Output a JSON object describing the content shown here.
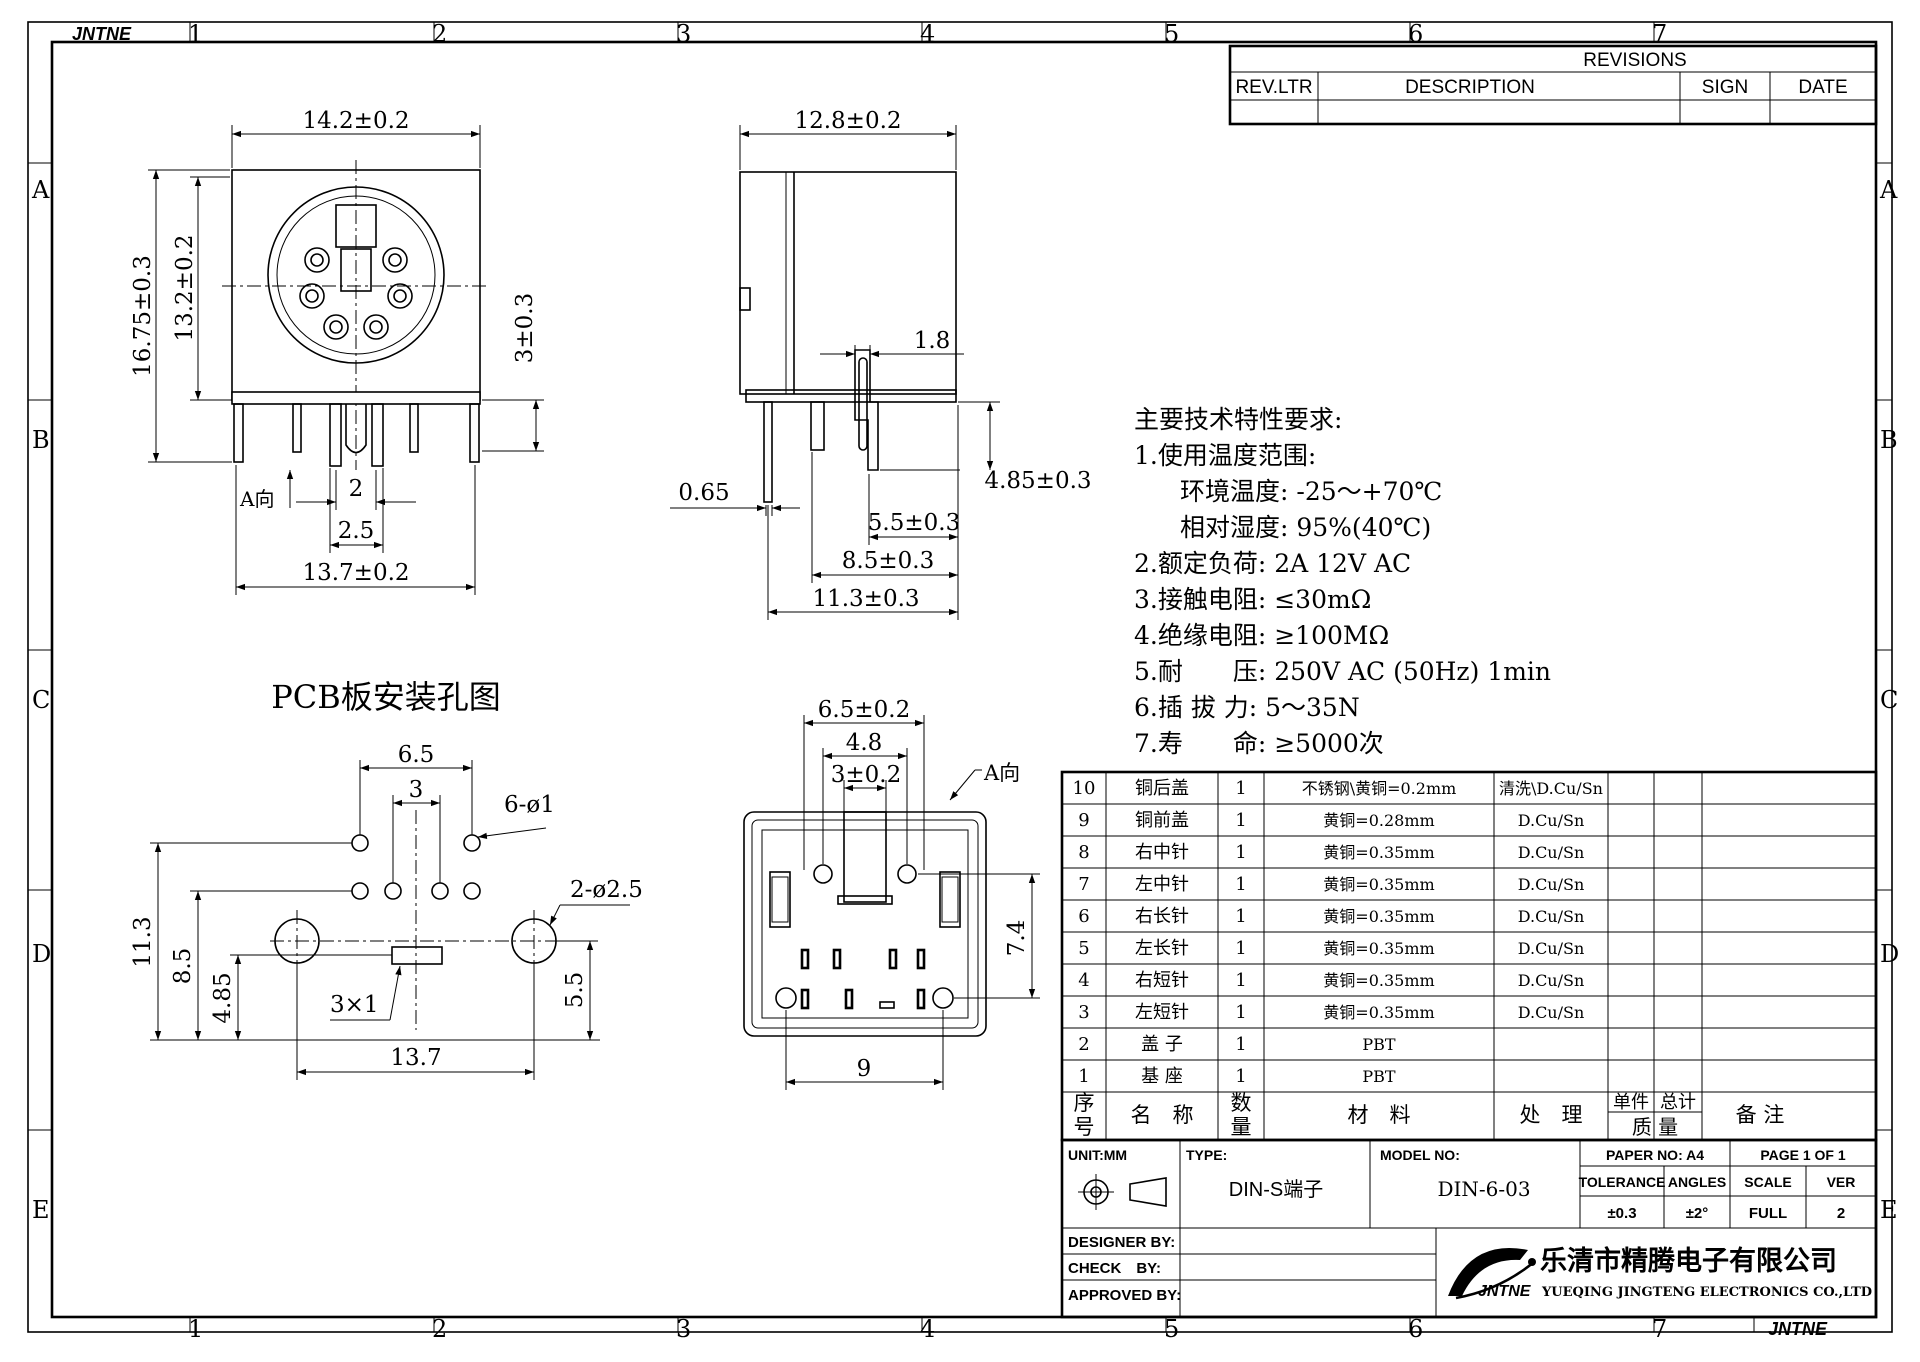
{
  "border": {
    "col_labels": [
      "1",
      "2",
      "3",
      "4",
      "5",
      "6",
      "7"
    ],
    "row_labels": [
      "A",
      "B",
      "C",
      "D",
      "E"
    ],
    "corner_mark": "JNTNE"
  },
  "revisions": {
    "title": "REVISIONS",
    "headers": [
      "REV.LTR",
      "DESCRIPTION",
      "SIGN",
      "DATE"
    ]
  },
  "dims": {
    "front": [
      "14.2±0.2",
      "16.75±0.3",
      "13.2±0.2",
      "3±0.3",
      "2",
      "2.5",
      "13.7±0.2"
    ],
    "front_view_label": "A向",
    "side": [
      "12.8±0.2",
      "1.8",
      "0.65",
      "4.85±0.3",
      "5.5±0.3",
      "8.5±0.3",
      "11.3±0.3"
    ],
    "pcb_title": "PCB板安装孔图",
    "pcb": [
      "6.5",
      "3",
      "6-ø1",
      "2-ø2.5",
      "11.3",
      "8.5",
      "4.85",
      "5.5",
      "3×1",
      "13.7"
    ],
    "bottom": [
      "6.5±0.2",
      "4.8",
      "3±0.2",
      "A向",
      "7.4",
      "9"
    ]
  },
  "specs": {
    "title": "主要技术特性要求:",
    "lines": [
      "1.使用温度范围:",
      "环境温度: -25～+70℃",
      "相对湿度: 95%(40℃)",
      "2.额定负荷: 2A 12V AC",
      "3.接触电阻: ≤30mΩ",
      "4.绝缘电阻: ≥100MΩ",
      "5.耐　　压: 250V AC (50Hz) 1min",
      "6.插 拔 力: 5～35N",
      "7.寿　　命: ≥5000次"
    ]
  },
  "bom": {
    "rows": [
      [
        "10",
        "铜后盖",
        "1",
        "不锈钢\\黄铜=0.2mm",
        "清洗\\D.Cu/Sn"
      ],
      [
        "9",
        "铜前盖",
        "1",
        "黄铜=0.28mm",
        "D.Cu/Sn"
      ],
      [
        "8",
        "右中针",
        "1",
        "黄铜=0.35mm",
        "D.Cu/Sn"
      ],
      [
        "7",
        "左中针",
        "1",
        "黄铜=0.35mm",
        "D.Cu/Sn"
      ],
      [
        "6",
        "右长针",
        "1",
        "黄铜=0.35mm",
        "D.Cu/Sn"
      ],
      [
        "5",
        "左长针",
        "1",
        "黄铜=0.35mm",
        "D.Cu/Sn"
      ],
      [
        "4",
        "右短针",
        "1",
        "黄铜=0.35mm",
        "D.Cu/Sn"
      ],
      [
        "3",
        "左短针",
        "1",
        "黄铜=0.35mm",
        "D.Cu/Sn"
      ],
      [
        "2",
        "盖 子",
        "1",
        "PBT",
        ""
      ],
      [
        "1",
        "基 座",
        "1",
        "PBT",
        ""
      ]
    ],
    "header": {
      "no_1": "序",
      "no_2": "号",
      "name": "名　称",
      "qty_1": "数",
      "qty_2": "量",
      "material": "材　料",
      "process": "处　理",
      "unit": "单件",
      "total": "总计",
      "mass": "质 量",
      "remark": "备 注"
    }
  },
  "title_block": {
    "unit": "UNIT:MM",
    "type_label": "TYPE:",
    "type_value": "DIN-S端子",
    "model_label": "MODEL NO:",
    "model_value": "DIN-6-03",
    "paper": "PAPER NO: A4",
    "page": "PAGE 1 OF 1",
    "tol_headers": [
      "TOLERANCE",
      "ANGLES",
      "SCALE",
      "VER"
    ],
    "tol_values": [
      "±0.3",
      "±2°",
      "FULL",
      "2"
    ],
    "designer": "DESIGNER BY:",
    "check": "CHECK　BY:",
    "approved": "APPROVED BY:",
    "company_cn": "乐清市精腾电子有限公司",
    "company_en": "YUEQING JINGTENG ELECTRONICS CO.,LTD",
    "logo_text": "JNTNE"
  }
}
